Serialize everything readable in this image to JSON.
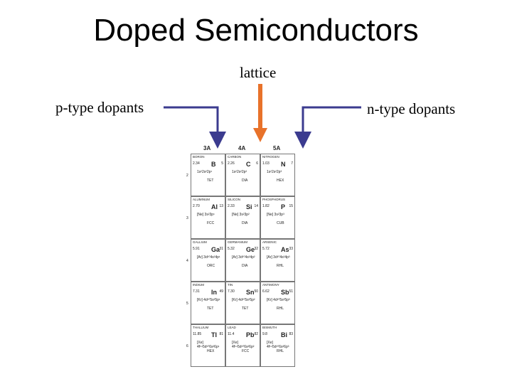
{
  "title": "Doped Semiconductors",
  "labels": {
    "lattice": "lattice",
    "p_type": "p-type dopants",
    "n_type": "n-type dopants"
  },
  "colors": {
    "blue_arrow": "#3b3b8f",
    "orange_arrow": "#e8722a"
  },
  "table": {
    "groups": [
      "3A",
      "4A",
      "5A"
    ],
    "row_numbers": [
      "2",
      "3",
      "4",
      "5",
      "6"
    ],
    "rows": [
      [
        {
          "name": "BORON",
          "symbol": "B",
          "number": "5",
          "weight": "2.34",
          "config": "1s²2s²2p¹",
          "lattice": "TET"
        },
        {
          "name": "CARBON",
          "symbol": "C",
          "number": "6",
          "weight": "2.26",
          "config": "1s²2s²2p²",
          "lattice": "DIA"
        },
        {
          "name": "NITROGEN",
          "symbol": "N",
          "number": "7",
          "weight": "1.03",
          "config": "1s²2s²2p³",
          "lattice": "HEX"
        }
      ],
      [
        {
          "name": "ALUMINUM",
          "symbol": "Al",
          "number": "13",
          "weight": "2.70",
          "config": "[Ne] 3s²3p¹",
          "lattice": "FCC"
        },
        {
          "name": "SILICON",
          "symbol": "Si",
          "number": "14",
          "weight": "2.33",
          "config": "[Ne] 3s²3p²",
          "lattice": "DIA"
        },
        {
          "name": "PHOSPHORUS",
          "symbol": "P",
          "number": "15",
          "weight": "1.82",
          "config": "[Ne] 3s²3p³",
          "lattice": "CUB"
        }
      ],
      [
        {
          "name": "GALLIUM",
          "symbol": "Ga",
          "number": "31",
          "weight": "5.91",
          "config": "[Ar] 3d¹⁰4s²4p¹",
          "lattice": "ORC"
        },
        {
          "name": "GERMANIUM",
          "symbol": "Ge",
          "number": "32",
          "weight": "5.32",
          "config": "[Ar] 3d¹⁰4s²4p²",
          "lattice": "DIA"
        },
        {
          "name": "ARSENIC",
          "symbol": "As",
          "number": "33",
          "weight": "5.72",
          "config": "[Ar] 3d¹⁰4s²4p³",
          "lattice": "RHL"
        }
      ],
      [
        {
          "name": "INDIUM",
          "symbol": "In",
          "number": "49",
          "weight": "7.31",
          "config": "[Kr] 4d¹⁰5s²5p¹",
          "lattice": "TET"
        },
        {
          "name": "TIN",
          "symbol": "Sn",
          "number": "50",
          "weight": "7.30",
          "config": "[Kr] 4d¹⁰5s²5p²",
          "lattice": "TET"
        },
        {
          "name": "ANTIMONY",
          "symbol": "Sb",
          "number": "51",
          "weight": "6.62",
          "config": "[Kr] 4d¹⁰5s²5p³",
          "lattice": "RHL"
        }
      ],
      [
        {
          "name": "THALLIUM",
          "symbol": "Tl",
          "number": "81",
          "weight": "11.85",
          "config": "[Xe] 4f¹⁴5d¹⁰6s²6p¹",
          "lattice": "HEX"
        },
        {
          "name": "LEAD",
          "symbol": "Pb",
          "number": "82",
          "weight": "11.4",
          "config": "[Xe] 4f¹⁴5d¹⁰6s²6p²",
          "lattice": "FCC"
        },
        {
          "name": "BISMUTH",
          "symbol": "Bi",
          "number": "83",
          "weight": "9.8",
          "config": "[Xe] 4f¹⁴5d¹⁰6s²6p³",
          "lattice": "RHL"
        }
      ]
    ]
  }
}
